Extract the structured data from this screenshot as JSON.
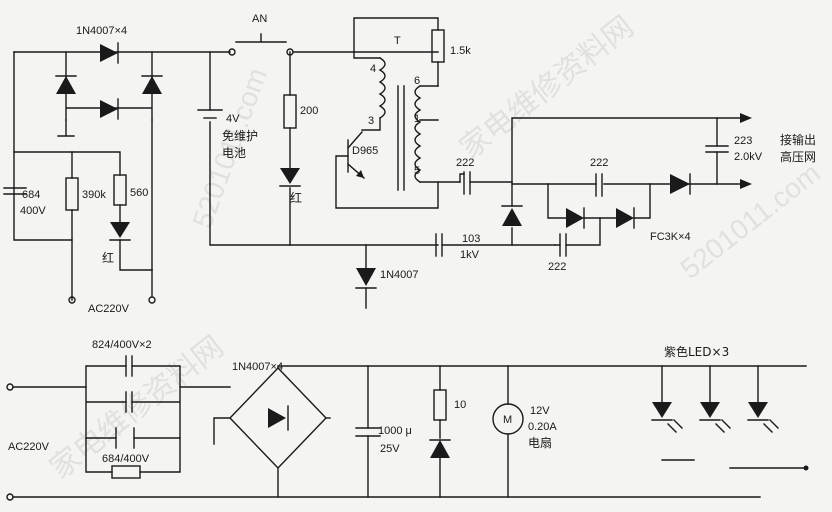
{
  "top": {
    "bridge_label": "1N4007×4",
    "switch_label": "AN",
    "transformer_label": "T",
    "r15k": "1.5k",
    "battery_label": "4V",
    "battery_text_1": "免维护",
    "battery_text_2": "电池",
    "r200": "200",
    "transistor": "D965",
    "pin4": "4",
    "pin3": "3",
    "pin6": "6",
    "pin1": "1",
    "pin5": "5",
    "cap684": "684",
    "cap684_v": "400V",
    "r390k": "390k",
    "r560": "560",
    "led_red_1": "红",
    "led_red_2": "红",
    "ac_label": "AC220V",
    "c222a": "222",
    "c222b": "222",
    "c222c": "222",
    "c223": "223",
    "c223_v": "2.0kV",
    "out_label_1": "接输出",
    "out_label_2": "高压网",
    "c103": "103",
    "c103_v": "1kV",
    "diode_bottom": "1N4007",
    "hv_diodes": "FC3K×4"
  },
  "bottom": {
    "cap_bank": "824/400V×2",
    "cap_bottom": "684/400V",
    "ac_label": "AC220V",
    "bridge_label": "1N4007×4",
    "cap1000": "1000 μ",
    "cap1000_v": "25V",
    "zener": "10",
    "motor": "M",
    "motor_v": "12V",
    "motor_i": "0.20A",
    "motor_t": "电扇",
    "leds": "紫色LED×3"
  },
  "watermark": {
    "site": "5201011.com",
    "cn": "家电维修资料网"
  }
}
